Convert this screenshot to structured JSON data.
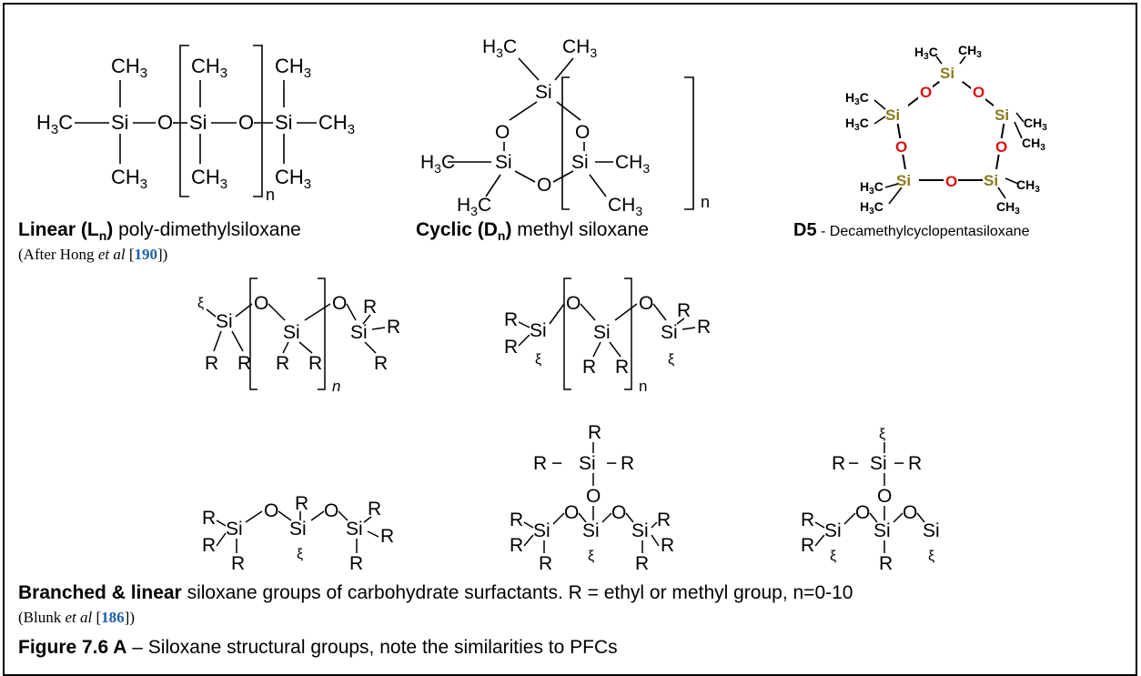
{
  "linear": {
    "caption_bold": "Linear (L",
    "caption_sub": "n",
    "caption_bold2": ")",
    "caption_rest": " poly-dimethylsiloxane",
    "ref_pre": "(After Hong ",
    "ref_ital": "et al",
    "ref_open": " [",
    "ref_num": "190",
    "ref_close": "])"
  },
  "cyclic": {
    "caption_bold": "Cyclic (D",
    "caption_sub": "n",
    "caption_bold2": ")",
    "caption_rest": " methyl siloxane"
  },
  "d5": {
    "caption_bold": "D5",
    "caption_rest": " - Decamethylcyclopentasiloxane"
  },
  "branched": {
    "caption_bold": "Branched & linear",
    "caption_rest": " siloxane groups of carbohydrate surfactants.  R = ethyl or methyl group, n=0-10",
    "ref_pre": "(Blunk ",
    "ref_ital": "et al",
    "ref_open": " [",
    "ref_num": "186",
    "ref_close": "])"
  },
  "figure": {
    "label": "Figure 7.6 A",
    "text": " – Siloxane structural groups, note the similarities to PFCs"
  },
  "colors": {
    "link": "#1f5fa8",
    "silicon": "#8a7a1a",
    "oxygen": "#e01010"
  },
  "atoms": {
    "si": "Si",
    "o": "O",
    "r": "R",
    "ch3": "CH",
    "h3c_h": "H",
    "h3c_c": "C",
    "three": "3",
    "n": "n",
    "wavy": "ξ",
    "dash": "−"
  }
}
